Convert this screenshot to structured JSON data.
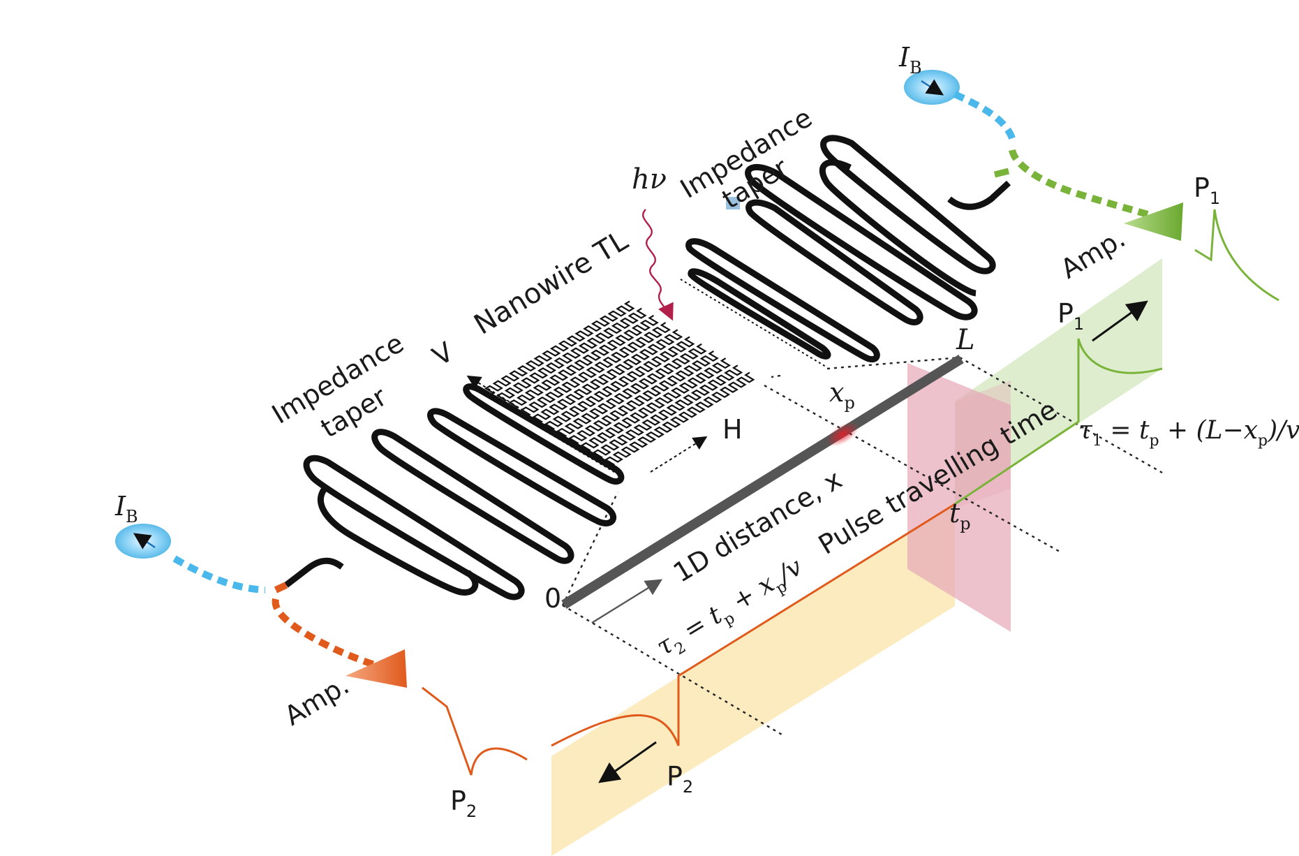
{
  "labels": {
    "ib_top": "I",
    "ib_top_sub": "B",
    "ib_left": "I",
    "ib_left_sub": "B",
    "hv": "hν",
    "taper_right_1": "Impedance",
    "taper_right_2": "taper",
    "taper_left_1": "Impedance",
    "taper_left_2": "taper",
    "nanowire": "Nanowire TL",
    "v_axis": "V",
    "h_axis": "H",
    "l_mark": "L",
    "x_p": "x",
    "x_p_sub": "p",
    "zero": "0",
    "distance": "1D distance, x",
    "pulse_time": "Pulse travelling time",
    "t_p": "t",
    "t_p_sub": "p",
    "amp_right": "Amp.",
    "amp_left": "Amp.",
    "p1_top": "P",
    "p1_top_sub": "1",
    "p1_mid": "P",
    "p1_mid_sub": "1",
    "p2_bottom": "P",
    "p2_bottom_sub": "2",
    "p2_left": "P",
    "p2_left_sub": "2",
    "tau1": "τ",
    "tau1_sub": "1",
    "tau1_rest_a": " = t",
    "tau1_rest_sub": "p",
    "tau1_rest_b": " + (L−x",
    "tau1_rest_sub2": "p",
    "tau1_rest_c": ")/v",
    "tau2": "τ",
    "tau2_sub": "2",
    "tau2_rest_a": " = t",
    "tau2_rest_sub": "p",
    "tau2_rest_b": " + x",
    "tau2_rest_sub2": "p",
    "tau2_rest_c": "/v"
  },
  "colors": {
    "wire": "#111111",
    "blue_dash": "#4ab8ea",
    "green": "#7ab33a",
    "orange": "#e05a1c",
    "photon": "#b0204a",
    "green_panel": "#d8eac4",
    "yellow_panel": "#fbe7b4",
    "pink_panel": "#e6a8b8",
    "bar": "#555555"
  }
}
